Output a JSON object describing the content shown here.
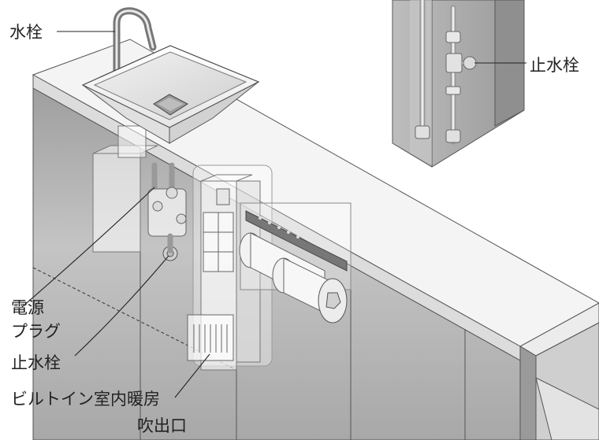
{
  "labels": {
    "faucet": "水栓",
    "stop_valve_top": "止水栓",
    "power_plug_line1": "電源",
    "power_plug_line2": "プラグ",
    "stop_valve_bottom": "止水栓",
    "heater_outlet_line1": "ビルトイン室内暖房",
    "heater_outlet_line2": "吹出口"
  },
  "colors": {
    "counter_top": "#f3f3f3",
    "cabinet_front": "#b9b9b9",
    "cabinet_dark": "#8e8e8e",
    "outline": "#555555",
    "text": "#222222"
  }
}
